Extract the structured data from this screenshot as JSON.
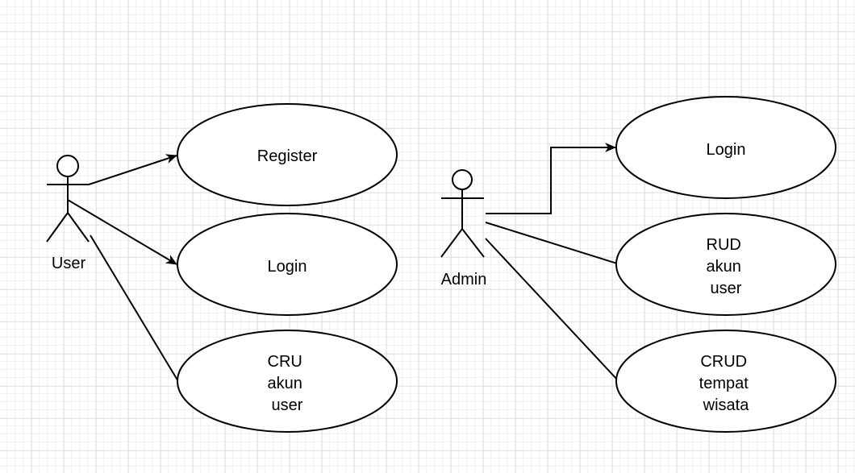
{
  "canvas": {
    "background": "#ffffff",
    "grid_minor_color": "#e6e6e6",
    "grid_major_color": "#d0d0d0"
  },
  "actors": {
    "user": {
      "label": "User"
    },
    "admin": {
      "label": "Admin"
    }
  },
  "use_cases": {
    "register": {
      "lines": [
        "Register"
      ]
    },
    "user_login": {
      "lines": [
        "Login"
      ]
    },
    "cru_akun_user": {
      "lines": [
        "CRU",
        "akun",
        "user"
      ]
    },
    "admin_login": {
      "lines": [
        "Login"
      ]
    },
    "rud_akun_user": {
      "lines": [
        "RUD",
        "akun",
        "user"
      ]
    },
    "crud_tempat_wisata": {
      "lines": [
        "CRUD",
        "tempat",
        "wisata"
      ]
    }
  },
  "connections": [
    {
      "from": "user",
      "to": "register",
      "arrow": true
    },
    {
      "from": "user",
      "to": "user_login",
      "arrow": true
    },
    {
      "from": "user",
      "to": "cru_akun_user",
      "arrow": false
    },
    {
      "from": "admin",
      "to": "admin_login",
      "arrow": true,
      "orthogonal": true
    },
    {
      "from": "admin",
      "to": "rud_akun_user",
      "arrow": false
    },
    {
      "from": "admin",
      "to": "crud_tempat_wisata",
      "arrow": false
    }
  ]
}
